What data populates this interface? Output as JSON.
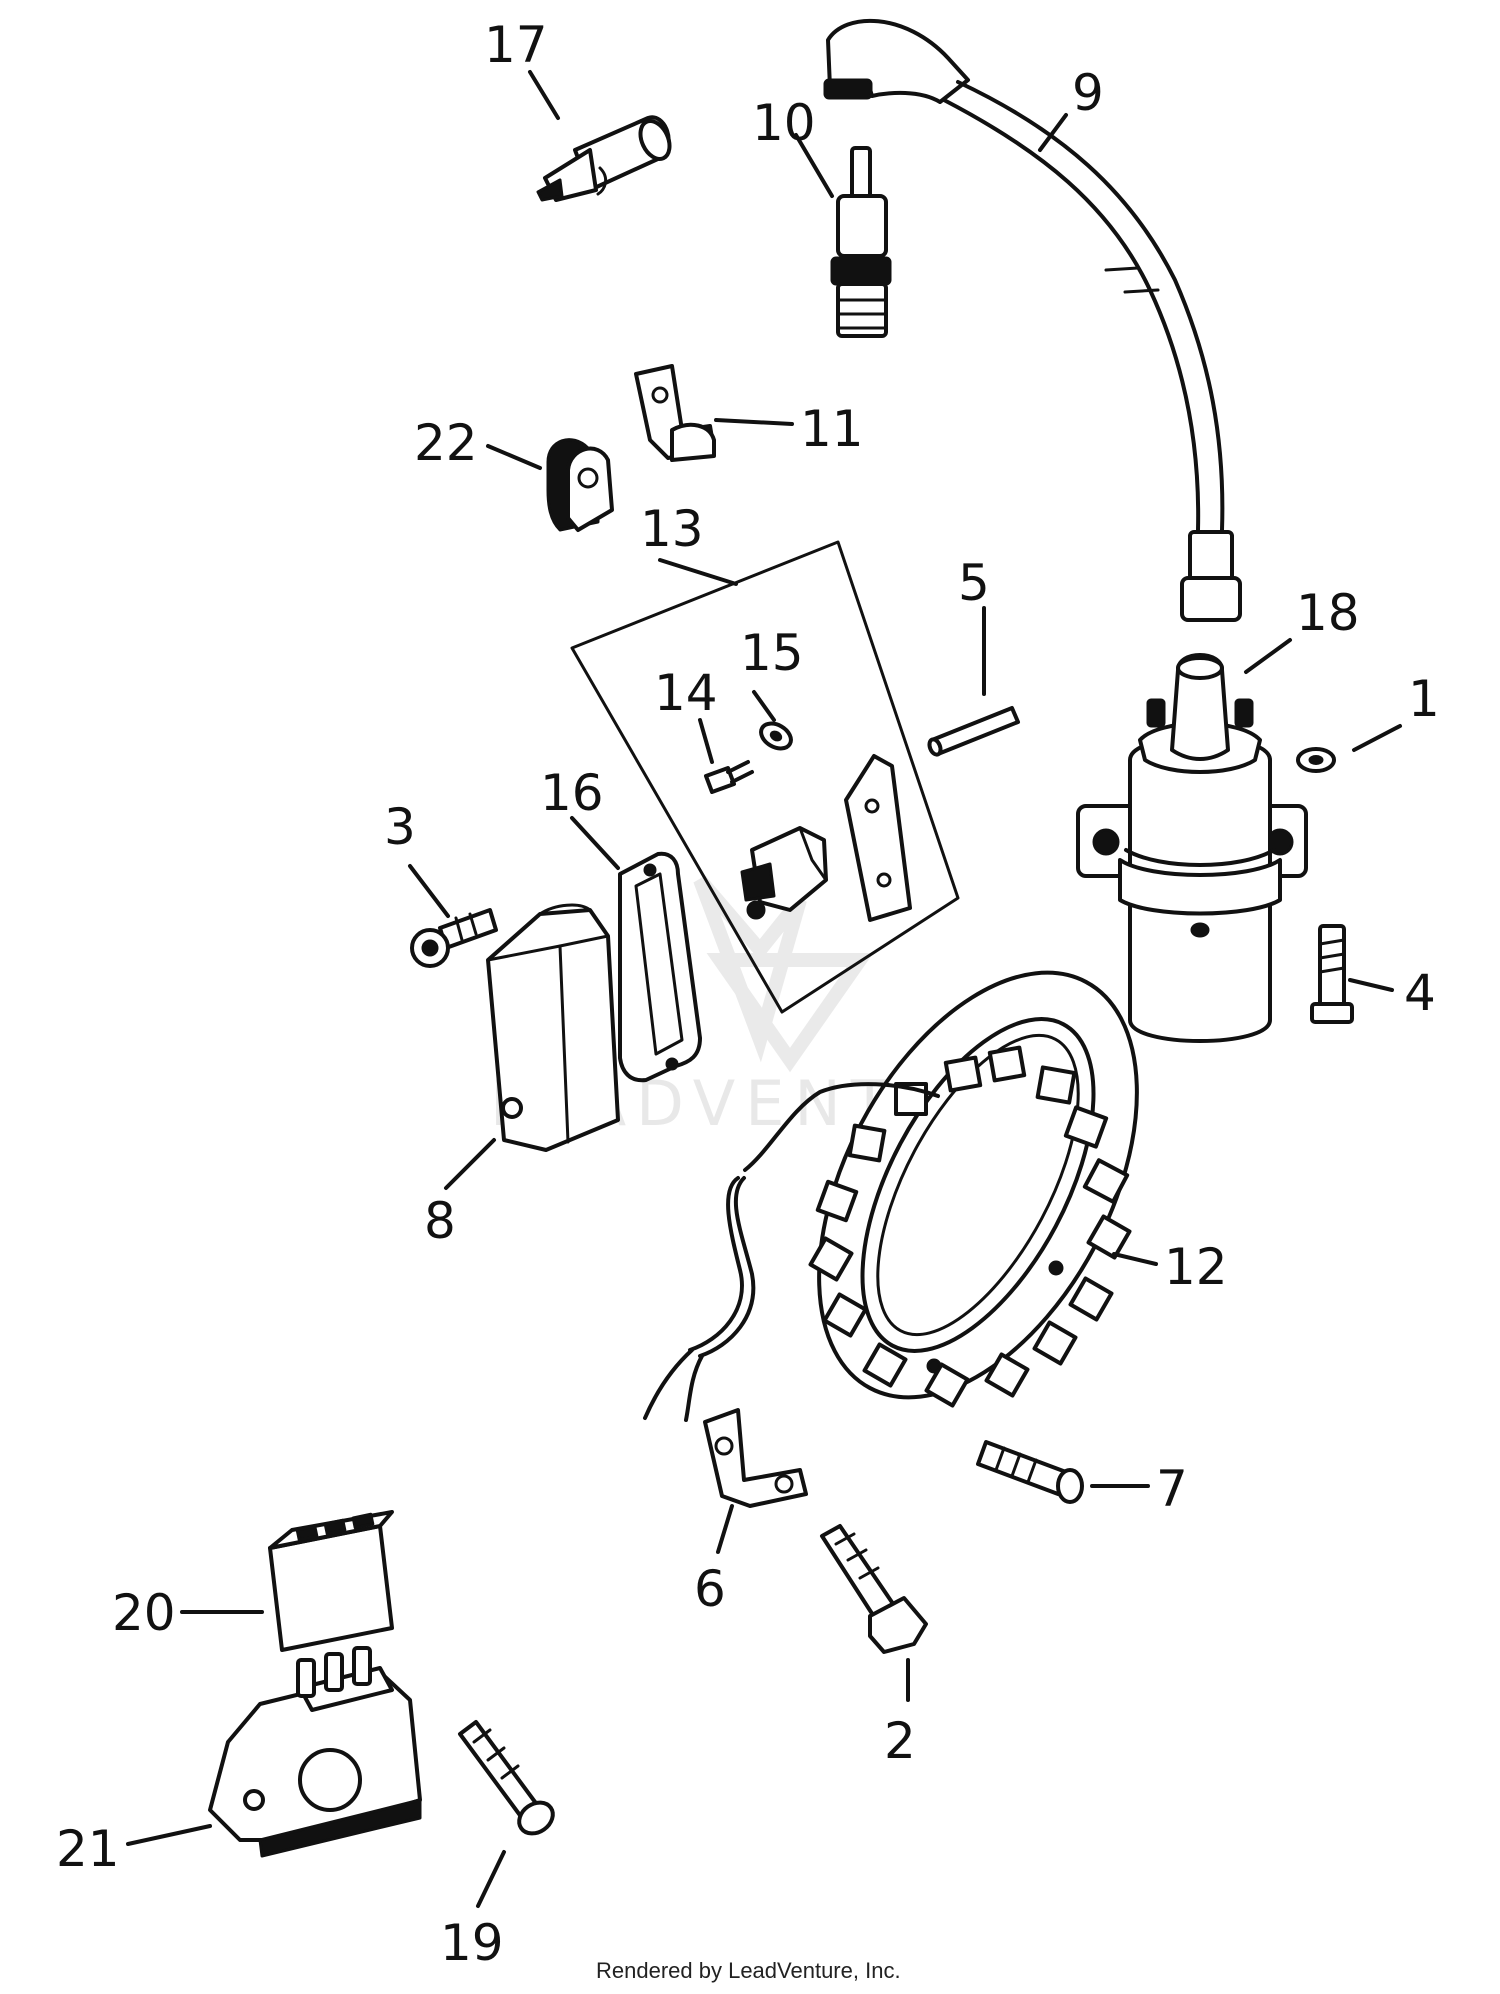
{
  "labels": {
    "p1": "1",
    "p2": "2",
    "p3": "3",
    "p4": "4",
    "p5": "5",
    "p6": "6",
    "p7": "7",
    "p8": "8",
    "p9": "9",
    "p10": "10",
    "p11": "11",
    "p12": "12",
    "p13": "13",
    "p14": "14",
    "p15": "15",
    "p16": "16",
    "p17": "17",
    "p18": "18",
    "p19": "19",
    "p20": "20",
    "p21": "21",
    "p22": "22"
  },
  "watermark": "LEADVENTURE",
  "footer": "Rendered by LeadVenture, Inc.",
  "colors": {
    "ink": "#111111",
    "background": "#ffffff",
    "watermark": "#e6e6e6"
  }
}
